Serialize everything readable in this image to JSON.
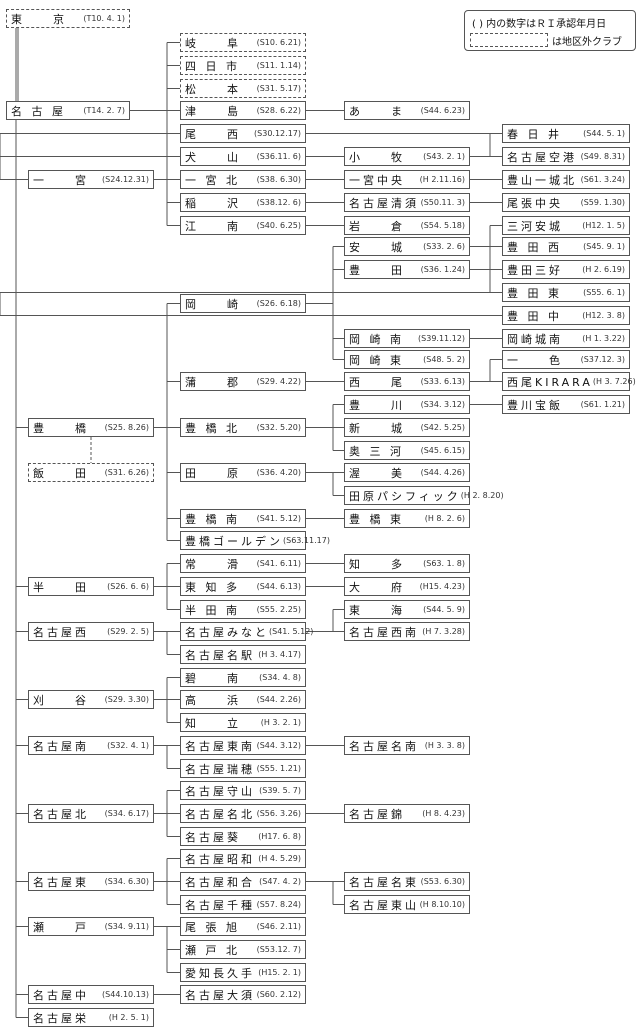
{
  "legend": {
    "paren_text": "(  ) 内の数字はＲＩ承認年月日",
    "dashed_text": "は地区外クラブ"
  },
  "nodes": [
    {
      "id": "tokyo",
      "name": "東　　京",
      "date": "(T10. 4. 1)",
      "dashed": true
    },
    {
      "id": "gifu",
      "name": "岐　　阜",
      "date": "(S10. 6.21)",
      "dashed": true
    },
    {
      "id": "yokkaichi",
      "name": "四 日 市",
      "date": "(S11. 1.14)",
      "dashed": true
    },
    {
      "id": "matsumoto",
      "name": "松　　本",
      "date": "(S31. 5.17)",
      "dashed": true
    },
    {
      "id": "nagoya",
      "name": "名 古 屋",
      "date": "(T14. 2. 7)",
      "dashed": false
    },
    {
      "id": "tsushima",
      "name": "津　　島",
      "date": "(S28. 6.22)",
      "dashed": false
    },
    {
      "id": "ama",
      "name": "あ　　ま",
      "date": "(S44. 6.23)",
      "dashed": false
    },
    {
      "id": "kasugai",
      "name": "春 日 井",
      "date": "(S44. 5. 1)",
      "dashed": false
    },
    {
      "id": "bisai",
      "name": "尾　　西",
      "date": "(S30.12.17)",
      "dashed": false
    },
    {
      "id": "nagoya_kuko",
      "name": "名古屋空港",
      "date": "(S49. 8.31)",
      "dashed": false
    },
    {
      "id": "inuyama",
      "name": "犬　　山",
      "date": "(S36.11. 6)",
      "dashed": false
    },
    {
      "id": "komaki",
      "name": "小　　牧",
      "date": "(S43. 2. 1)",
      "dashed": false
    },
    {
      "id": "ichinomiya",
      "name": "一　　宮",
      "date": "(S24.12.31)",
      "dashed": false
    },
    {
      "id": "ichinomiya_kita",
      "name": "一 宮 北",
      "date": "(S38. 6.30)",
      "dashed": false
    },
    {
      "id": "ichinomiya_chuo",
      "name": "一宮中央",
      "date": "(H 2.11.16)",
      "dashed": false
    },
    {
      "id": "toyama_ichijo",
      "name": "豊山一城北",
      "date": "(S61. 3.24)",
      "dashed": false
    },
    {
      "id": "inazawa",
      "name": "稲　　沢",
      "date": "(S38.12. 6)",
      "dashed": false
    },
    {
      "id": "nagoya_kiyosu",
      "name": "名古屋清須",
      "date": "(S50.11. 3)",
      "dashed": false
    },
    {
      "id": "owari_chuo",
      "name": "尾張中央",
      "date": "(S59. 1.30)",
      "dashed": false
    },
    {
      "id": "konan",
      "name": "江　　南",
      "date": "(S40. 6.25)",
      "dashed": false
    },
    {
      "id": "iwakura",
      "name": "岩　　倉",
      "date": "(S54. 5.18)",
      "dashed": false
    },
    {
      "id": "mikawa_anjo",
      "name": "三河安城",
      "date": "(H12. 1. 5)",
      "dashed": false
    },
    {
      "id": "anjo",
      "name": "安　　城",
      "date": "(S33. 2. 6)",
      "dashed": false
    },
    {
      "id": "toyota_nishi",
      "name": "豊 田 西",
      "date": "(S45. 9. 1)",
      "dashed": false
    },
    {
      "id": "toyota",
      "name": "豊　　田",
      "date": "(S36. 1.24)",
      "dashed": false
    },
    {
      "id": "toyota_miyoshi",
      "name": "豊田三好",
      "date": "(H 2. 6.19)",
      "dashed": false
    },
    {
      "id": "okazaki",
      "name": "岡　　崎",
      "date": "(S26. 6.18)",
      "dashed": false
    },
    {
      "id": "toyota_higashi",
      "name": "豊 田 東",
      "date": "(S55. 6. 1)",
      "dashed": false
    },
    {
      "id": "toyota_naka",
      "name": "豊 田 中",
      "date": "(H12. 3. 8)",
      "dashed": false
    },
    {
      "id": "okazaki_minami",
      "name": "岡 崎 南",
      "date": "(S39.11.12)",
      "dashed": false
    },
    {
      "id": "okazaki_jonan",
      "name": "岡崎城南",
      "date": "(H 1. 3.22)",
      "dashed": false
    },
    {
      "id": "okazaki_higashi",
      "name": "岡 崎 東",
      "date": "(S48. 5. 2)",
      "dashed": false
    },
    {
      "id": "isshiki",
      "name": "一　　色",
      "date": "(S37.12. 3)",
      "dashed": false
    },
    {
      "id": "gamagori",
      "name": "蒲　　郡",
      "date": "(S29. 4.22)",
      "dashed": false
    },
    {
      "id": "nishio",
      "name": "西　　尾",
      "date": "(S33. 6.13)",
      "dashed": false
    },
    {
      "id": "nishio_kirara",
      "name": "西尾KIRARA",
      "date": "(H 3. 7.26)",
      "dashed": false
    },
    {
      "id": "toyokawa",
      "name": "豊　　川",
      "date": "(S34. 3.12)",
      "dashed": false
    },
    {
      "id": "toyokawa_hoi",
      "name": "豊川宝飯",
      "date": "(S61. 1.21)",
      "dashed": false
    },
    {
      "id": "toyohashi",
      "name": "豊　　橋",
      "date": "(S25. 8.26)",
      "dashed": false
    },
    {
      "id": "toyohashi_kita",
      "name": "豊 橋 北",
      "date": "(S32. 5.20)",
      "dashed": false
    },
    {
      "id": "shinshiro",
      "name": "新　　城",
      "date": "(S42. 5.25)",
      "dashed": false
    },
    {
      "id": "okumikawa",
      "name": "奥 三 河",
      "date": "(S45. 6.15)",
      "dashed": false
    },
    {
      "id": "iida",
      "name": "飯　　田",
      "date": "(S31. 6.26)",
      "dashed": true
    },
    {
      "id": "tahara",
      "name": "田　　原",
      "date": "(S36. 4.20)",
      "dashed": false
    },
    {
      "id": "atsumi",
      "name": "渥　　美",
      "date": "(S44. 4.26)",
      "dashed": false
    },
    {
      "id": "tahara_pacific",
      "name": "田原パシフィック",
      "date": "(H 2. 8.20)",
      "dashed": false
    },
    {
      "id": "toyohashi_minami",
      "name": "豊 橋 南",
      "date": "(S41. 5.12)",
      "dashed": false
    },
    {
      "id": "toyohashi_higashi",
      "name": "豊 橋 東",
      "date": "(H 8. 2. 6)",
      "dashed": false
    },
    {
      "id": "toyohashi_golden",
      "name": "豊橋ゴールデン",
      "date": "(S63.11.17)",
      "dashed": false
    },
    {
      "id": "tokoname",
      "name": "常　　滑",
      "date": "(S41. 6.11)",
      "dashed": false
    },
    {
      "id": "chita",
      "name": "知　　多",
      "date": "(S63. 1. 8)",
      "dashed": false
    },
    {
      "id": "handa",
      "name": "半　　田",
      "date": "(S26. 6. 6)",
      "dashed": false
    },
    {
      "id": "higashiura",
      "name": "東 知 多",
      "date": "(S44. 6.13)",
      "dashed": false
    },
    {
      "id": "obu",
      "name": "大　　府",
      "date": "(H15. 4.23)",
      "dashed": false
    },
    {
      "id": "handa_minami",
      "name": "半 田 南",
      "date": "(S55. 2.25)",
      "dashed": false
    },
    {
      "id": "tokai",
      "name": "東　　海",
      "date": "(S44. 5. 9)",
      "dashed": false
    },
    {
      "id": "nagoya_nishi",
      "name": "名古屋西",
      "date": "(S29. 2. 5)",
      "dashed": false
    },
    {
      "id": "nagoya_minato",
      "name": "名古屋みなと",
      "date": "(S41. 5.12)",
      "dashed": false
    },
    {
      "id": "nagoya_seinan",
      "name": "名古屋西南",
      "date": "(H 7. 3.28)",
      "dashed": false
    },
    {
      "id": "nagoya_meieki",
      "name": "名古屋名駅",
      "date": "(H 3. 4.17)",
      "dashed": false
    },
    {
      "id": "hekinan",
      "name": "碧　　南",
      "date": "(S34. 4. 8)",
      "dashed": false
    },
    {
      "id": "kariya",
      "name": "刈　　谷",
      "date": "(S29. 3.30)",
      "dashed": false
    },
    {
      "id": "takahama",
      "name": "高　　浜",
      "date": "(S44. 2.26)",
      "dashed": false
    },
    {
      "id": "chiryu",
      "name": "知　　立",
      "date": "(H 3. 2. 1)",
      "dashed": false
    },
    {
      "id": "nagoya_minami",
      "name": "名古屋南",
      "date": "(S32. 4. 1)",
      "dashed": false
    },
    {
      "id": "nagoya_tonan",
      "name": "名古屋東南",
      "date": "(S44. 3.12)",
      "dashed": false
    },
    {
      "id": "nagoya_meinan",
      "name": "名古屋名南",
      "date": "(H 3. 3. 8)",
      "dashed": false
    },
    {
      "id": "nagoya_mizuho",
      "name": "名古屋瑞穂",
      "date": "(S55. 1.21)",
      "dashed": false
    },
    {
      "id": "nagoya_moriyama",
      "name": "名古屋守山",
      "date": "(S39. 5. 7)",
      "dashed": false
    },
    {
      "id": "nagoya_kita",
      "name": "名古屋北",
      "date": "(S34. 6.17)",
      "dashed": false
    },
    {
      "id": "nagoya_meihoku",
      "name": "名古屋名北",
      "date": "(S56. 3.26)",
      "dashed": false
    },
    {
      "id": "nagoya_nishiki",
      "name": "名古屋錦",
      "date": "(H 8. 4.23)",
      "dashed": false
    },
    {
      "id": "nagoya_aoi",
      "name": "名古屋葵",
      "date": "(H17. 6. 8)",
      "dashed": false
    },
    {
      "id": "nagoya_showa",
      "name": "名古屋昭和",
      "date": "(H 4. 5.29)",
      "dashed": false
    },
    {
      "id": "nagoya_higashi",
      "name": "名古屋東",
      "date": "(S34. 6.30)",
      "dashed": false
    },
    {
      "id": "nagoya_wago",
      "name": "名古屋和合",
      "date": "(S47. 4. 2)",
      "dashed": false
    },
    {
      "id": "nagoya_meito",
      "name": "名古屋名東",
      "date": "(S53. 6.30)",
      "dashed": false
    },
    {
      "id": "nagoya_chikusa",
      "name": "名古屋千種",
      "date": "(S57. 8.24)",
      "dashed": false
    },
    {
      "id": "nagoya_higashiyama",
      "name": "名古屋東山",
      "date": "(H 8.10.10)",
      "dashed": false
    },
    {
      "id": "seto",
      "name": "瀬　　戸",
      "date": "(S34. 9.11)",
      "dashed": false
    },
    {
      "id": "owari_asahi",
      "name": "尾 張 旭",
      "date": "(S46. 2.11)",
      "dashed": false
    },
    {
      "id": "seto_kita",
      "name": "瀬 戸 北",
      "date": "(S53.12. 7)",
      "dashed": false
    },
    {
      "id": "aichi_nagakute",
      "name": "愛知長久手",
      "date": "(H15. 2. 1)",
      "dashed": false
    },
    {
      "id": "nagoya_naka",
      "name": "名古屋中",
      "date": "(S44.10.13)",
      "dashed": false
    },
    {
      "id": "nagoya_osu",
      "name": "名古屋大須",
      "date": "(S60. 2.12)",
      "dashed": false
    },
    {
      "id": "nagoya_sakae",
      "name": "名古屋栄",
      "date": "(H 2. 5. 1)",
      "dashed": false
    }
  ],
  "edges": [
    [
      "tokyo",
      "nagoya"
    ],
    [
      "nagoya",
      "gifu"
    ],
    [
      "nagoya",
      "yokkaichi"
    ],
    [
      "nagoya",
      "matsumoto"
    ],
    [
      "nagoya",
      "ichinomiya"
    ],
    [
      "nagoya",
      "toyohashi"
    ],
    [
      "nagoya",
      "handa"
    ],
    [
      "nagoya",
      "nagoya_nishi"
    ],
    [
      "nagoya",
      "kariya"
    ],
    [
      "nagoya",
      "nagoya_minami"
    ],
    [
      "nagoya",
      "nagoya_kita"
    ],
    [
      "nagoya",
      "nagoya_higashi"
    ],
    [
      "nagoya",
      "seto"
    ],
    [
      "nagoya",
      "nagoya_naka"
    ],
    [
      "nagoya",
      "nagoya_sakae"
    ],
    [
      "ichinomiya",
      "tsushima"
    ],
    [
      "ichinomiya",
      "bisai"
    ],
    [
      "ichinomiya",
      "inuyama"
    ],
    [
      "ichinomiya",
      "ichinomiya_kita"
    ],
    [
      "ichinomiya",
      "inazawa"
    ],
    [
      "ichinomiya",
      "konan"
    ],
    [
      "tsushima",
      "ama"
    ],
    [
      "inuyama",
      "komaki"
    ],
    [
      "komaki",
      "kasugai"
    ],
    [
      "kasugai",
      "nagoya_kuko"
    ],
    [
      "kasugai",
      "toyama_ichijo"
    ],
    [
      "ichinomiya_kita",
      "ichinomiya_chuo"
    ],
    [
      "inazawa",
      "nagoya_kiyosu"
    ],
    [
      "nagoya_kiyosu",
      "owari_chuo"
    ],
    [
      "konan",
      "iwakura"
    ],
    [
      "toyohashi",
      "iida"
    ],
    [
      "toyohashi",
      "okazaki"
    ],
    [
      "toyohashi",
      "gamagori"
    ],
    [
      "toyohashi",
      "toyohashi_kita"
    ],
    [
      "toyohashi",
      "tahara"
    ],
    [
      "toyohashi",
      "toyohashi_minami"
    ],
    [
      "toyohashi",
      "toyohashi_golden"
    ],
    [
      "okazaki",
      "anjo"
    ],
    [
      "okazaki",
      "toyota"
    ],
    [
      "okazaki",
      "okazaki_minami"
    ],
    [
      "okazaki",
      "okazaki_higashi"
    ],
    [
      "anjo",
      "mikawa_anjo"
    ],
    [
      "toyota",
      "toyota_nishi"
    ],
    [
      "toyota",
      "toyota_miyoshi"
    ],
    [
      "toyota",
      "toyota_higashi"
    ],
    [
      "toyota_higashi",
      "toyota_naka"
    ],
    [
      "okazaki_minami",
      "okazaki_jonan"
    ],
    [
      "gamagori",
      "nishio"
    ],
    [
      "nishio",
      "isshiki"
    ],
    [
      "nishio",
      "nishio_kirara"
    ],
    [
      "toyohashi_kita",
      "toyokawa"
    ],
    [
      "toyohashi_kita",
      "shinshiro"
    ],
    [
      "toyohashi_kita",
      "okumikawa"
    ],
    [
      "toyokawa",
      "toyokawa_hoi"
    ],
    [
      "tahara",
      "atsumi"
    ],
    [
      "tahara",
      "tahara_pacific"
    ],
    [
      "toyohashi_minami",
      "toyohashi_higashi"
    ],
    [
      "handa",
      "tokoname"
    ],
    [
      "handa",
      "higashiura"
    ],
    [
      "handa",
      "handa_minami"
    ],
    [
      "tokoname",
      "chita"
    ],
    [
      "higashiura",
      "obu"
    ],
    [
      "nagoya_nishi",
      "nagoya_minato"
    ],
    [
      "nagoya_nishi",
      "nagoya_meieki"
    ],
    [
      "nagoya_minato",
      "tokai"
    ],
    [
      "nagoya_minato",
      "nagoya_seinan"
    ],
    [
      "kariya",
      "hekinan"
    ],
    [
      "kariya",
      "takahama"
    ],
    [
      "kariya",
      "chiryu"
    ],
    [
      "nagoya_minami",
      "nagoya_tonan"
    ],
    [
      "nagoya_minami",
      "nagoya_mizuho"
    ],
    [
      "nagoya_tonan",
      "nagoya_meinan"
    ],
    [
      "nagoya_kita",
      "nagoya_moriyama"
    ],
    [
      "nagoya_kita",
      "nagoya_meihoku"
    ],
    [
      "nagoya_kita",
      "nagoya_aoi"
    ],
    [
      "nagoya_meihoku",
      "nagoya_nishiki"
    ],
    [
      "nagoya_higashi",
      "nagoya_showa"
    ],
    [
      "nagoya_higashi",
      "nagoya_wago"
    ],
    [
      "nagoya_higashi",
      "nagoya_chikusa"
    ],
    [
      "nagoya_wago",
      "nagoya_meito"
    ],
    [
      "nagoya_wago",
      "nagoya_higashiyama"
    ],
    [
      "seto",
      "owari_asahi"
    ],
    [
      "seto",
      "seto_kita"
    ],
    [
      "seto",
      "aichi_nagakute"
    ],
    [
      "nagoya_naka",
      "nagoya_osu"
    ]
  ]
}
